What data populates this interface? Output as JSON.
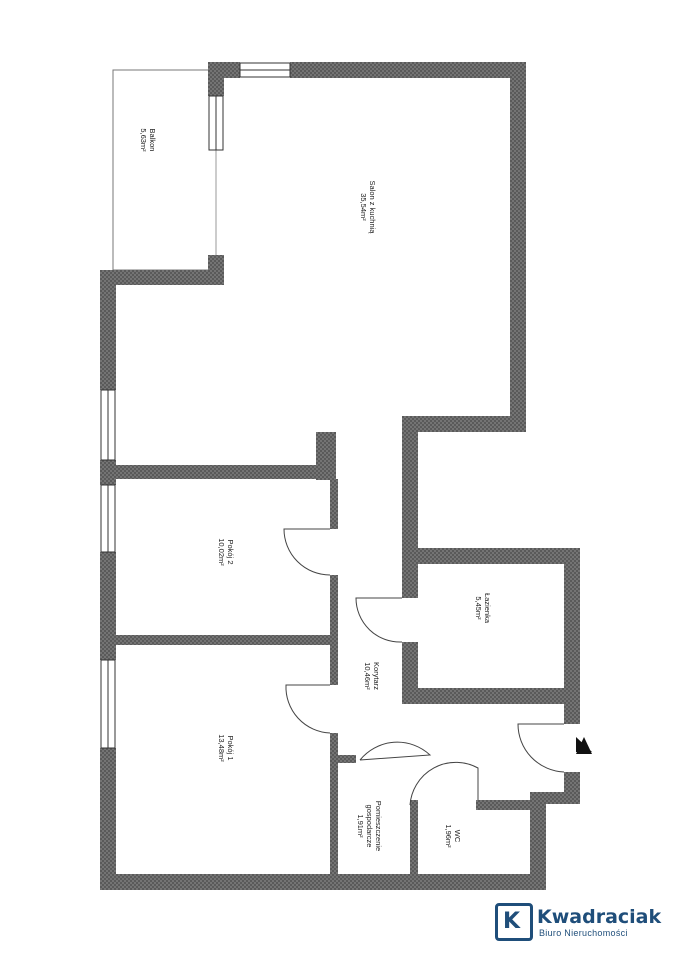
{
  "rooms": {
    "balkon": {
      "name": "Balkon",
      "area": "5,63m²"
    },
    "salon": {
      "name": "Salon z kuchnią",
      "area": "35,54m²"
    },
    "pokoj2": {
      "name": "Pokój 2",
      "area": "10,02m²"
    },
    "lazienka": {
      "name": "Łazienka",
      "area": "5,45m²"
    },
    "korytarz": {
      "name": "Korytarz",
      "area": "10,46m²"
    },
    "pokoj1": {
      "name": "Pokój 1",
      "area": "13,48m²"
    },
    "pomieszczenie": {
      "name_line1": "Pomieszczenie",
      "name_line2": "gospodarcze",
      "area": "1,91m²"
    },
    "wc": {
      "name": "WC",
      "area": "1,96m²"
    }
  },
  "brand": {
    "mark": "K",
    "name": "Kwadraciak",
    "subtitle": "Biuro Nieruchomości"
  },
  "colors": {
    "wall": "#5c5c5c",
    "brand": "#1f4e7a"
  }
}
